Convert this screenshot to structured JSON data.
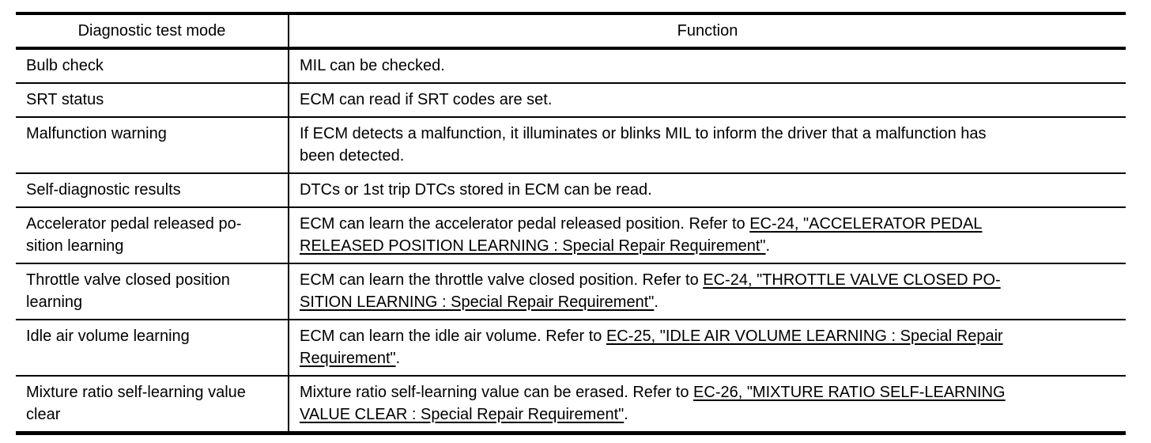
{
  "colors": {
    "text": "#000000",
    "border": "#000000",
    "background": "#ffffff"
  },
  "table": {
    "headers": [
      "Diagnostic test mode",
      "Function"
    ],
    "rows": [
      {
        "mode": "Bulb check",
        "function": [
          {
            "text": "MIL can be checked.",
            "link": false
          }
        ]
      },
      {
        "mode": "SRT status",
        "function": [
          {
            "text": "ECM can read if SRT codes are set.",
            "link": false
          }
        ]
      },
      {
        "mode": "Malfunction warning",
        "function": [
          {
            "text": "If ECM detects a malfunction, it illuminates or blinks MIL to inform the driver that a malfunction has\nbeen detected.",
            "link": false
          }
        ]
      },
      {
        "mode": "Self-diagnostic results",
        "function": [
          {
            "text": "DTCs or 1st trip DTCs stored in ECM can be read.",
            "link": false
          }
        ]
      },
      {
        "mode": "Accelerator pedal released po-\nsition learning",
        "function": [
          {
            "text": "ECM can learn the accelerator pedal released position. Refer to ",
            "link": false
          },
          {
            "text": "EC-24, \"ACCELERATOR PEDAL\nRELEASED POSITION LEARNING : Special Repair Requirement\"",
            "link": true
          },
          {
            "text": ".",
            "link": false
          }
        ]
      },
      {
        "mode": "Throttle valve closed position\nlearning",
        "function": [
          {
            "text": "ECM can learn the throttle valve closed position. Refer to ",
            "link": false
          },
          {
            "text": "EC-24, \"THROTTLE VALVE CLOSED PO-\nSITION LEARNING : Special Repair Requirement\"",
            "link": true
          },
          {
            "text": ".",
            "link": false
          }
        ]
      },
      {
        "mode": "Idle air volume learning",
        "function": [
          {
            "text": "ECM can learn the idle air volume. Refer to ",
            "link": false
          },
          {
            "text": "EC-25, \"IDLE AIR VOLUME LEARNING : Special Repair\nRequirement\"",
            "link": true
          },
          {
            "text": ".",
            "link": false
          }
        ]
      },
      {
        "mode": "Mixture ratio self-learning value\nclear",
        "function": [
          {
            "text": "Mixture ratio self-learning value can be erased. Refer to ",
            "link": false
          },
          {
            "text": "EC-26, \"MIXTURE RATIO SELF-LEARNING\nVALUE CLEAR : Special Repair Requirement\"",
            "link": true
          },
          {
            "text": ".",
            "link": false
          }
        ]
      }
    ]
  }
}
